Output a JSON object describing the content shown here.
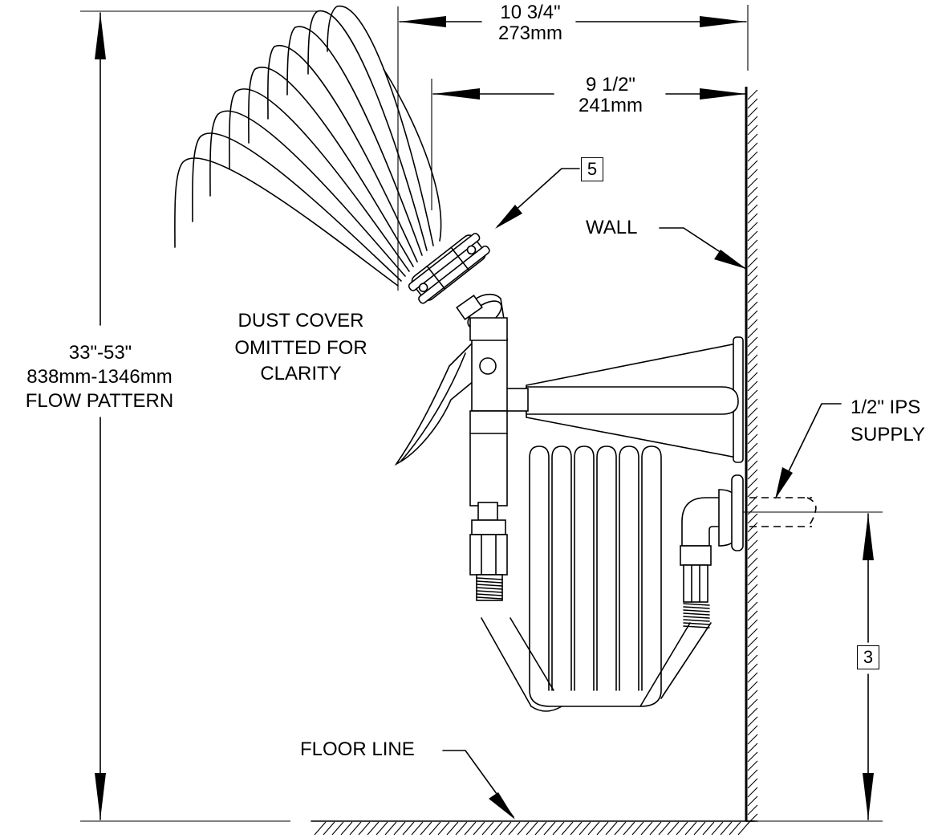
{
  "dimensions": {
    "overall_width_in": "10 3/4\"",
    "overall_width_mm": "273mm",
    "head_width_in": "9 1/2\"",
    "head_width_mm": "241mm",
    "flow_pattern_in": "33\"-53\"",
    "flow_pattern_mm": "838mm-1346mm",
    "flow_pattern_label": "FLOW PATTERN"
  },
  "notes": {
    "dust_cover_line1": "DUST COVER",
    "dust_cover_line2": "OMITTED FOR",
    "dust_cover_line3": "CLARITY",
    "wall": "WALL",
    "supply_line1": "1/2\" IPS",
    "supply_line2": "SUPPLY",
    "floor_line": "FLOOR LINE"
  },
  "callouts": {
    "spray_head": "5",
    "supply_height": "3"
  }
}
